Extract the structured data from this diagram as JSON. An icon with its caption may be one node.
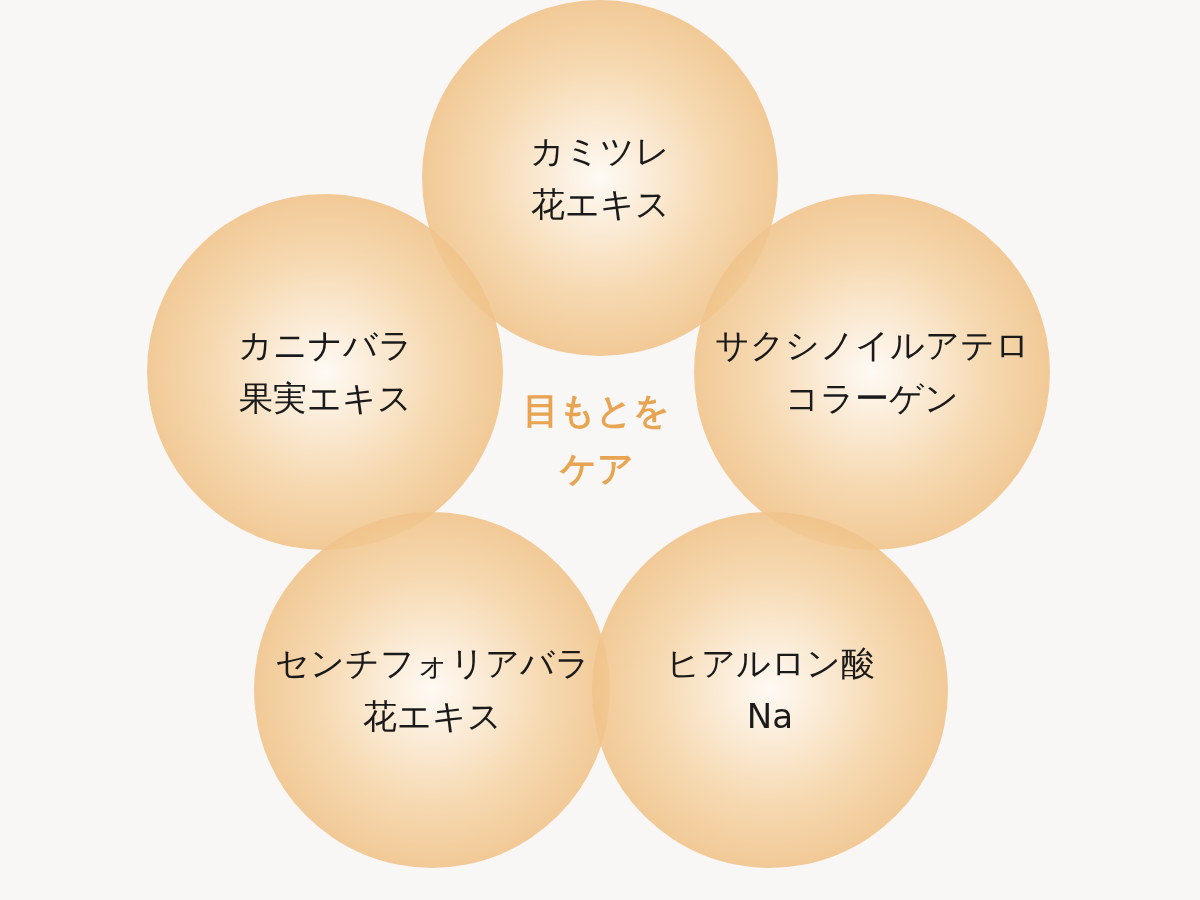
{
  "diagram": {
    "nodes": [
      {
        "text": [
          "カミツレ花エキス"
        ]
      },
      {
        "text": [
          "カニナバラ果実エキス"
        ]
      },
      {
        "text": [
          "サクシノイルアテロコラーゲン"
        ]
      },
      {
        "text": [
          "センチフォリアバラ花エキス"
        ]
      },
      {
        "text": [
          "ヒアルロン酸Na"
        ]
      }
    ],
    "labels": [
      "目もとをケア"
    ]
  }
}
